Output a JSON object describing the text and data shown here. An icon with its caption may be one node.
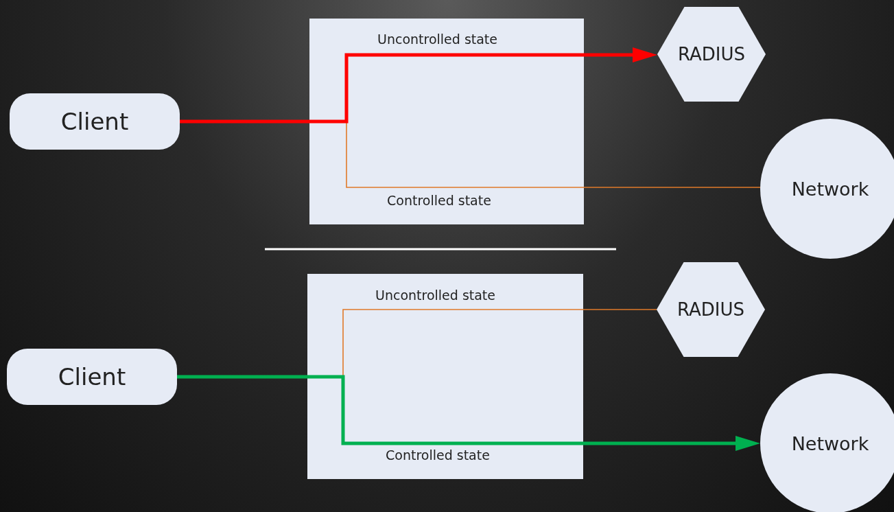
{
  "diagram": {
    "nodes": [
      {
        "text": [
          "Client"
        ]
      },
      {
        "text": [
          "RADIUS"
        ]
      },
      {
        "text": [
          "Network"
        ]
      },
      {
        "text": [
          "Client"
        ]
      },
      {
        "text": [
          "RADIUS"
        ]
      },
      {
        "text": [
          "Network"
        ]
      }
    ],
    "edges": [
      {
        "from": 0,
        "to": 2,
        "arrow": "none",
        "label": "Controlled state",
        "color": "#e07a2a"
      },
      {
        "from": 0,
        "to": 1,
        "arrow": "to",
        "label": "Uncontrolled state",
        "style": "thick",
        "color": "#ff0000"
      },
      {
        "from": 3,
        "to": 4,
        "arrow": "none",
        "label": "Uncontrolled state",
        "color": "#e07a2a"
      },
      {
        "from": 3,
        "to": 5,
        "arrow": "to",
        "label": "Controlled state",
        "style": "thick",
        "color": "#00b050"
      }
    ]
  }
}
